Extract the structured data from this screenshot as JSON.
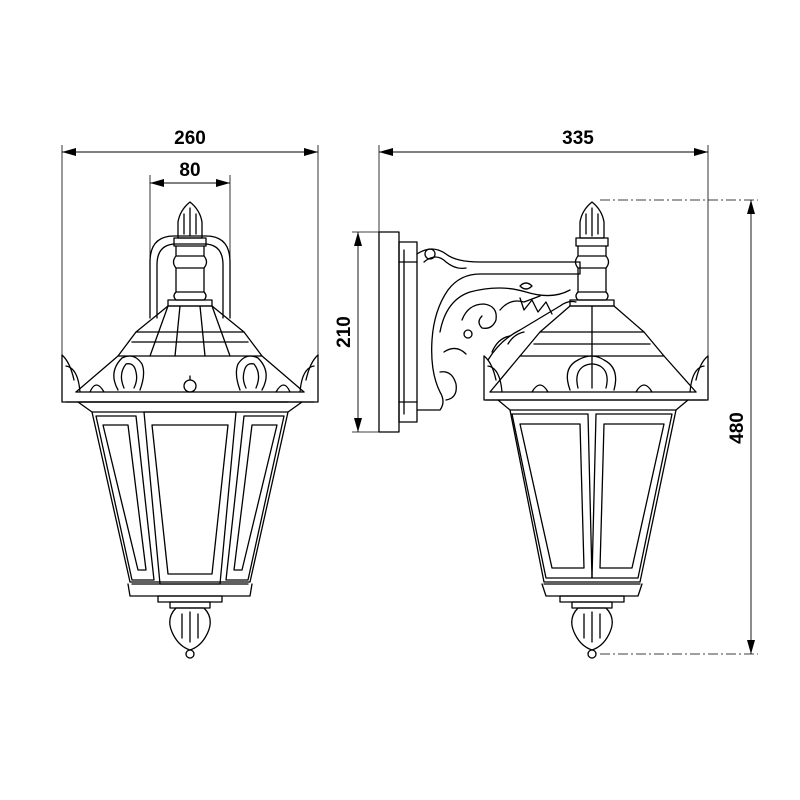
{
  "dimensions": {
    "front_overall_width": "260",
    "front_bracket_width": "80",
    "side_projection": "335",
    "side_backplate_height": "210",
    "side_overall_height": "480"
  },
  "colors": {
    "line": "#000000",
    "background": "#ffffff"
  }
}
